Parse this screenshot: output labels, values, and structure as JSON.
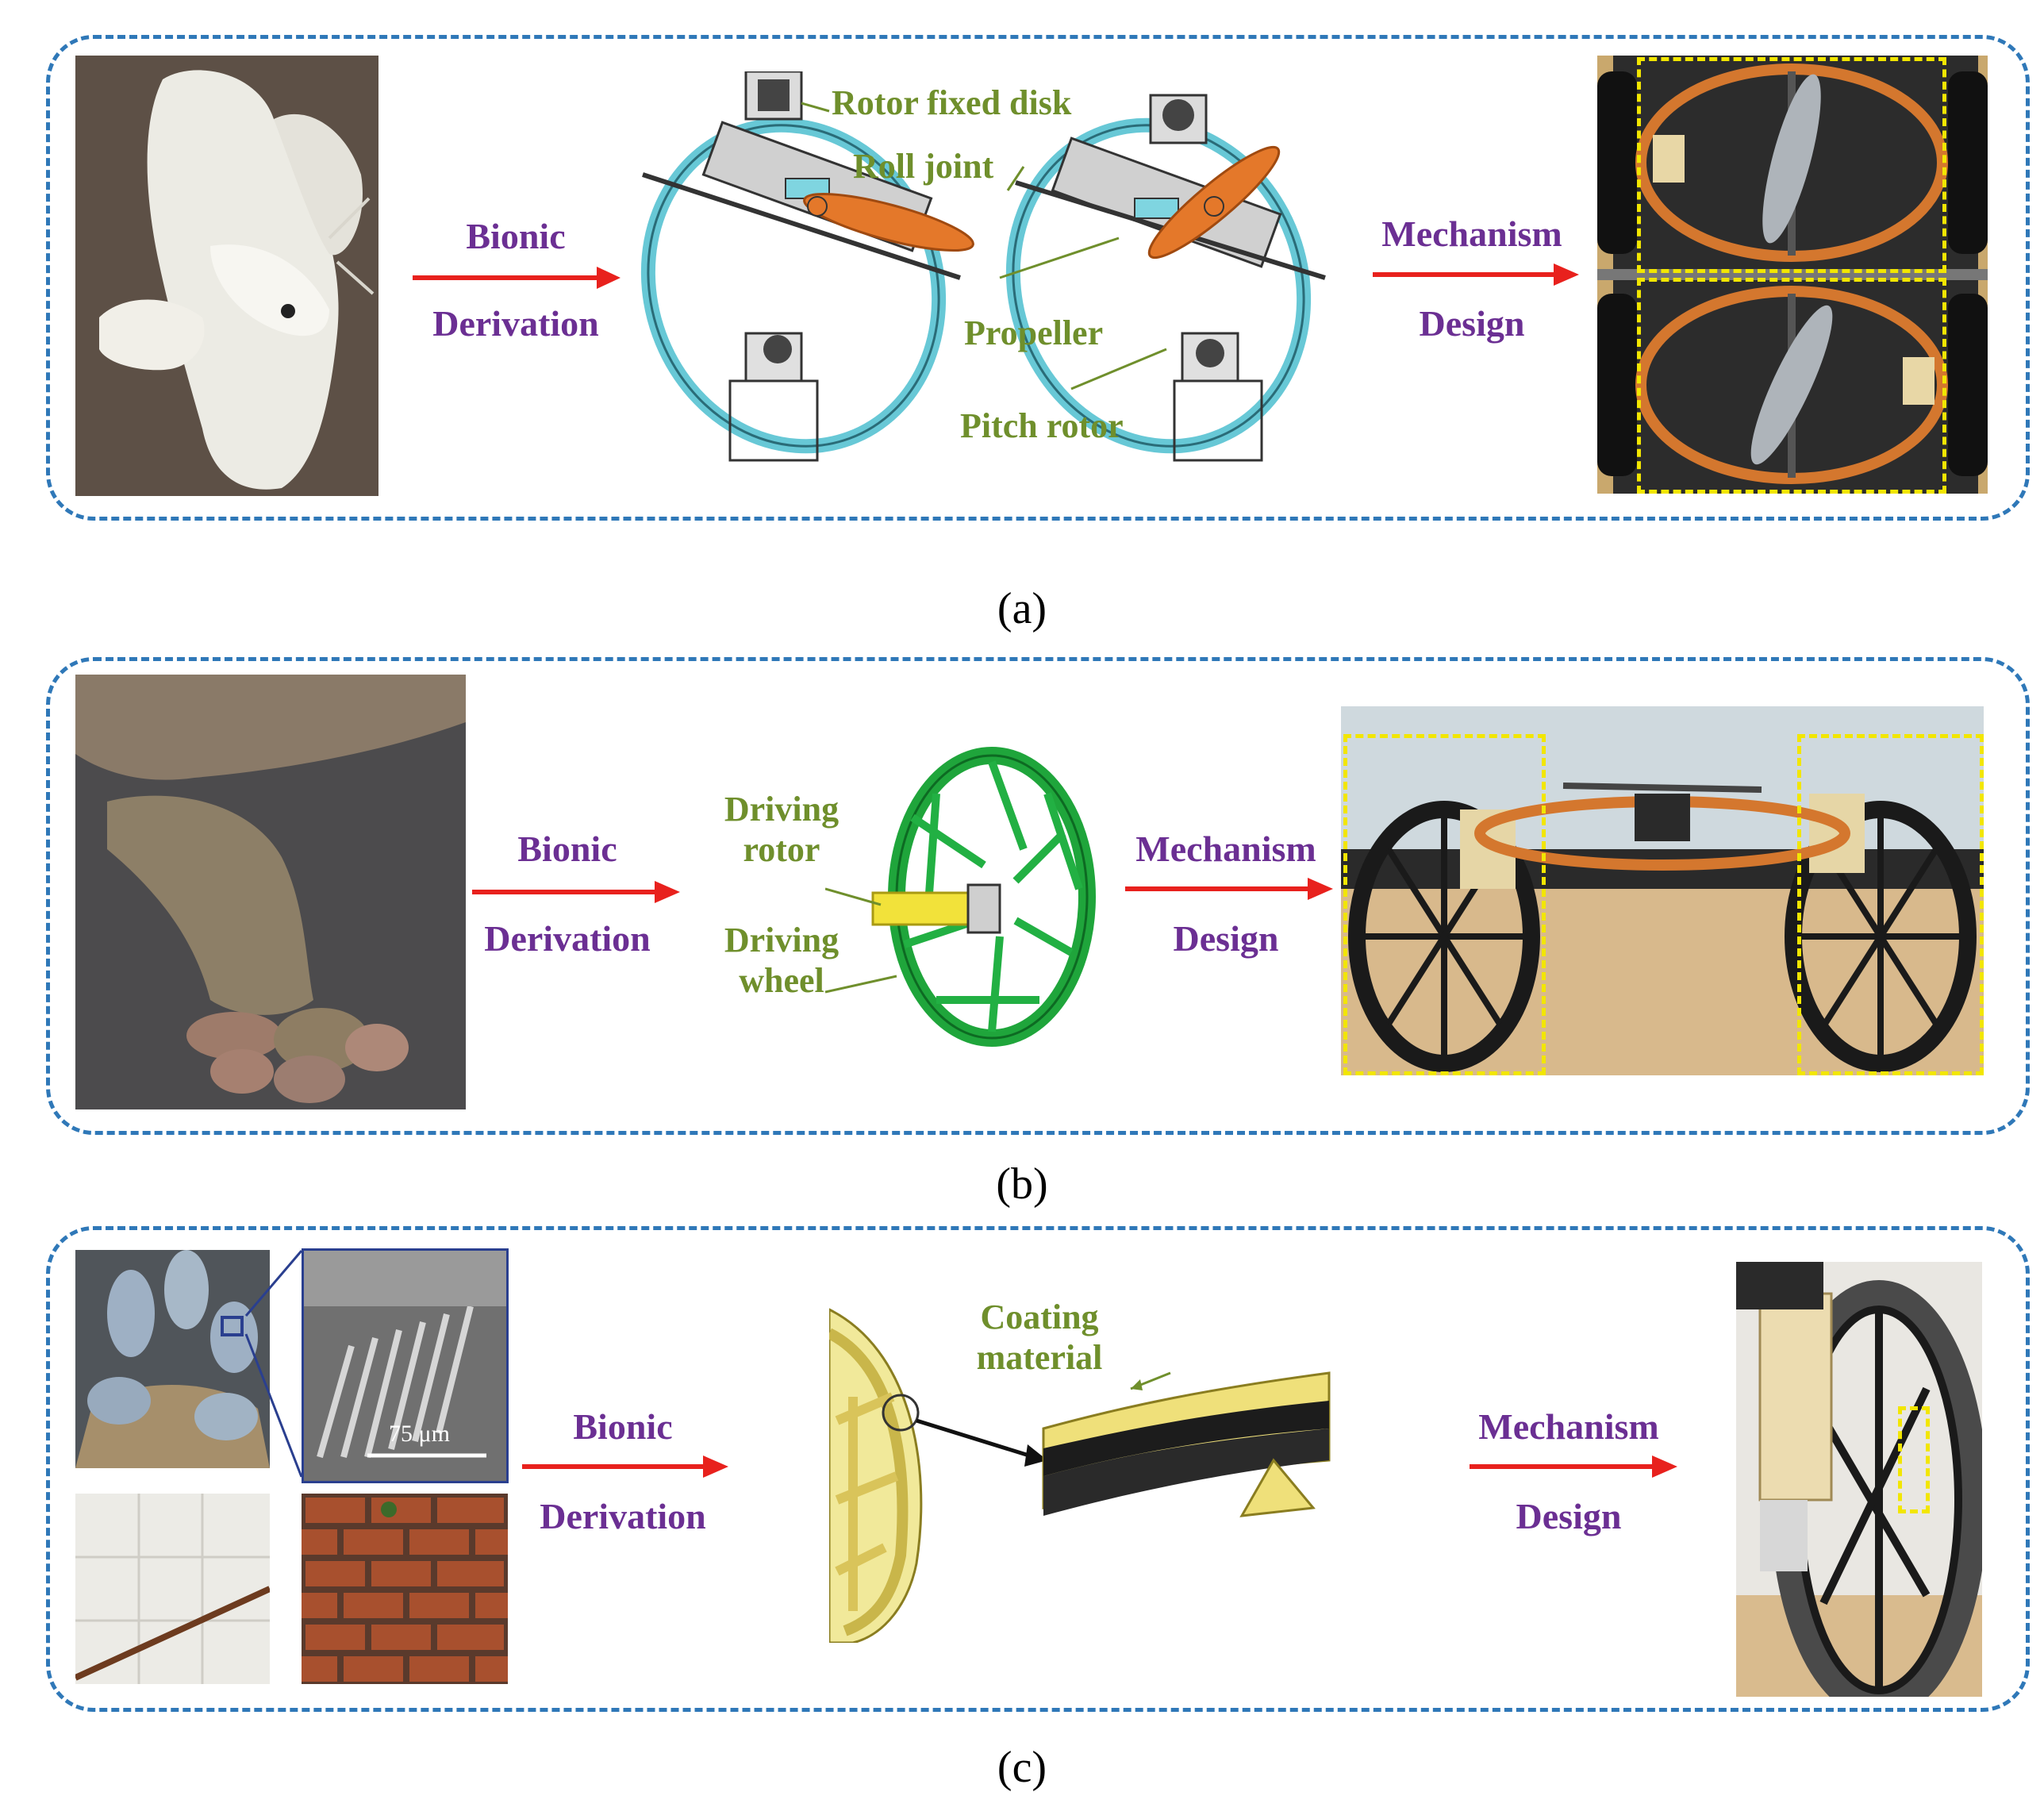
{
  "colors": {
    "panel_border": "#2f78b8",
    "arrow": "#e8211d",
    "arrow_text": "#6b2f93",
    "callout_text": "#6f8f2c",
    "highlight_box": "#f2e600"
  },
  "panel_a": {
    "label": "(a)",
    "arrow1": {
      "line1": "Bionic",
      "line2": "Derivation"
    },
    "arrow2": {
      "line1": "Mechanism",
      "line2": "Design"
    },
    "callouts": {
      "rotor_fixed_disk": "Rotor fixed disk",
      "roll_joint": "Roll joint",
      "propeller": "Propeller",
      "pitch_rotor": "Pitch rotor"
    }
  },
  "panel_b": {
    "label": "(b)",
    "arrow1": {
      "line1": "Bionic",
      "line2": "Derivation"
    },
    "arrow2": {
      "line1": "Mechanism",
      "line2": "Design"
    },
    "callouts": {
      "driving_rotor_1": "Driving",
      "driving_rotor_2": "rotor",
      "driving_wheel_1": "Driving",
      "driving_wheel_2": "wheel"
    }
  },
  "panel_c": {
    "label": "(c)",
    "arrow1": {
      "line1": "Bionic",
      "line2": "Derivation"
    },
    "arrow2": {
      "line1": "Mechanism",
      "line2": "Design"
    },
    "callouts": {
      "coating_1": "Coating",
      "coating_2": "material"
    },
    "scale_bar": "75 μm"
  }
}
